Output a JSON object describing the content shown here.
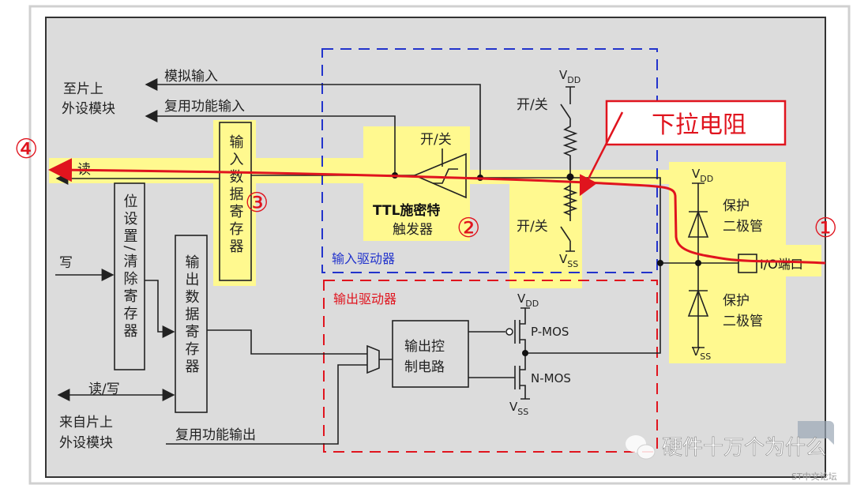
{
  "labels": {
    "to_peripheral_1": "至片上",
    "to_peripheral_2": "外设模块",
    "analog_input": "模拟输入",
    "alt_func_input": "复用功能输入",
    "read": "读",
    "write": "写",
    "read_write": "读/写",
    "from_peripheral_1": "来自片上",
    "from_peripheral_2": "外设模块",
    "alt_func_output": "复用功能输出",
    "input_data_register": "输入数据寄存器",
    "bit_set_reset_register": "位设置/清除寄存器",
    "output_data_register": "输出数据寄存器",
    "output_control_1": "输出控",
    "output_control_2": "制电路",
    "ttl_1": "TTL施密特",
    "ttl_2": "触发器",
    "on_off": "开/关",
    "input_driver": "输入驱动器",
    "output_driver": "输出驱动器",
    "protect_1": "保护",
    "protect_2": "二极管",
    "io_port": "I/O端口",
    "pmos": "P-MOS",
    "nmos": "N-MOS",
    "pull_down_callout": "下拉电阻",
    "v": "V",
    "dd": "DD",
    "ss": "SS"
  },
  "markers": {
    "m1": "①",
    "m2": "②",
    "m3": "③",
    "m4": "④"
  },
  "watermark": {
    "wechat": "硬件十万个为什么",
    "forum": "ST中文论坛"
  },
  "colors": {
    "highlight": "#fff98f",
    "signal_path": "#e0141e",
    "input_driver": "#2233cc",
    "output_driver": "#e0141e"
  }
}
